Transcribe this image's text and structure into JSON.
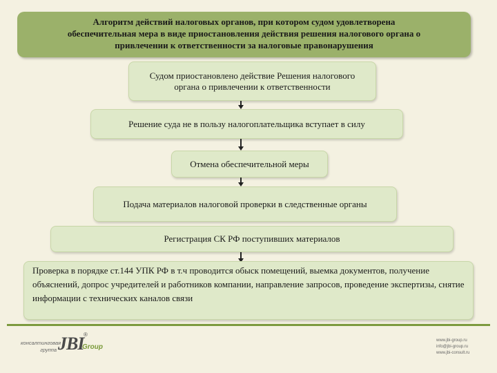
{
  "title": {
    "line1": "Алгоритм действий налоговых органов, при котором судом удовлетворена",
    "line2": "обеспечительная мера в виде приостановления действия решения налогового органа о",
    "line3": "привлечении к ответственности за налоговые правонарушения"
  },
  "steps": [
    {
      "text": "Судом приостановлено действие Решения налогового органа о привлечении к ответственности"
    },
    {
      "text": "Решение суда не в пользу налогоплательщика вступает в силу"
    },
    {
      "text": "Отмена обеспечительной меры"
    },
    {
      "text": "Подача материалов налоговой проверки в следственные органы"
    },
    {
      "text": "Регистрация СК РФ поступивших материалов"
    },
    {
      "text": "Проверка в порядке ст.144 УПК РФ в т.ч проводится обыск помещений, выемка документов, получение объяснений, допрос учредителей и работников компании, направление запросов, проведение экспертизы, снятие информации с технических каналов связи"
    }
  ],
  "footer": {
    "logo_small_line1": "консалтинговая",
    "logo_small_line2": "группа",
    "logo_mark": "JBI",
    "logo_group": "Group",
    "logo_reg": "®",
    "contacts": [
      "www.jbi-group.ru",
      "info@jbi-group.ru",
      "www.jbi-consult.ru"
    ]
  }
}
